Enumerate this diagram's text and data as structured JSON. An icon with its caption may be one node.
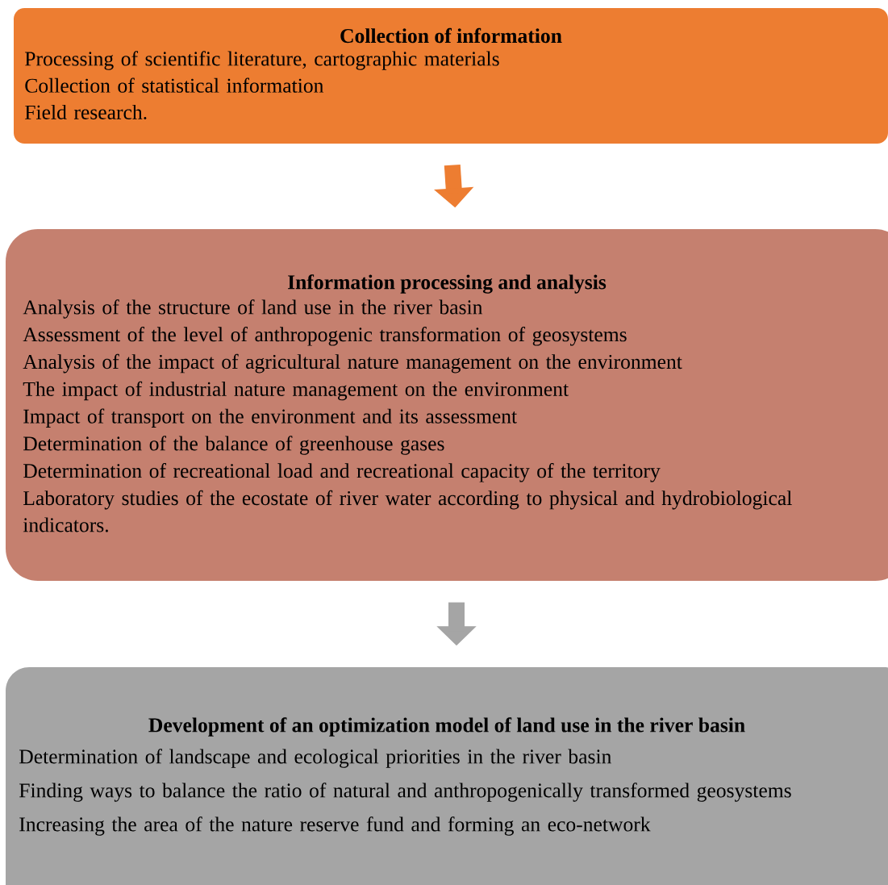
{
  "diagram": {
    "nodes": [
      {
        "text": [
          "Collection of information",
          "Processing of scientific literature, cartographic materials",
          "Collection of statistical information",
          "Field research."
        ]
      },
      {
        "text": [
          "Information processing and analysis",
          "Analysis of the structure of land use in the river basin",
          "Assessment of the level of anthropogenic transformation of geosystems",
          "Analysis of the impact of agricultural nature management on the environment",
          "The impact of industrial nature management on the environment",
          "Impact of transport on the environment and its assessment",
          "Determination of the balance of greenhouse gases",
          "Determination of recreational load and recreational capacity of the territory",
          "Laboratory studies of the ecostate of river water according to physical and hydrobiological indicators."
        ]
      },
      {
        "text": [
          "Development of an optimization model of land use in the river basin",
          "Determination of landscape and ecological priorities in the river basin",
          "Finding ways to balance the ratio of natural and anthropogenically transformed geosystems",
          "Increasing the area of the nature reserve fund and forming an eco-network"
        ]
      }
    ],
    "edges": [
      {
        "from": 0,
        "to": 1,
        "arrow": "to",
        "color": "#ed7d31"
      },
      {
        "from": 1,
        "to": 2,
        "arrow": "to",
        "color": "#a5a5a5"
      }
    ]
  }
}
